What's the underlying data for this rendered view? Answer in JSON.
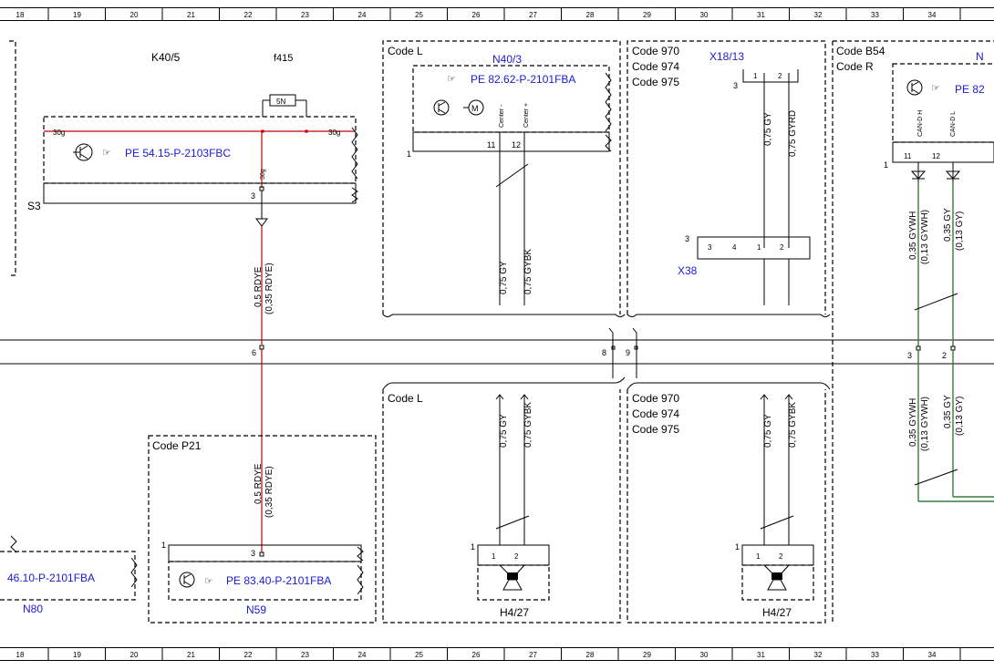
{
  "ruler": {
    "numbers": [
      "18",
      "19",
      "20",
      "21",
      "22",
      "23",
      "24",
      "25",
      "26",
      "27",
      "28",
      "29",
      "30",
      "31",
      "32",
      "33",
      "34"
    ]
  },
  "components": {
    "k40_5": "K40/5",
    "f415": "f415",
    "fuse_5n": "5N",
    "pin_30g_left": "30g",
    "pin_30g_right": "30g",
    "pin_30g_vert": "30g",
    "pe_k40": "PE 54.15-P-2103FBC",
    "s3": "S3",
    "n40_3": "N40/3",
    "pe_n40": "PE 82.62-P-2101FBA",
    "center_minus": "Center -",
    "center_plus": "Center +",
    "x18_13": "X18/13",
    "x38": "X38",
    "code_b54": "Code B54",
    "code_r": "Code R",
    "pe_right": "PE 82",
    "n_right": "N",
    "can_h": "CAN-D H",
    "can_l": "CAN-D L",
    "code_p21": "Code P21",
    "pe_n59": "PE 83.40-P-2101FBA",
    "n59": "N59",
    "pe_n80": "46.10-P-2101FBA",
    "n80": "N80",
    "h4_27_left": "H4/27",
    "h4_27_right": "H4/27"
  },
  "codes": {
    "code_l": "Code L",
    "code_970": "Code 970",
    "code_974": "Code 974",
    "code_975": "Code 975"
  },
  "pins": {
    "p1": "1",
    "p2": "2",
    "p3": "3",
    "p4": "4",
    "p6": "6",
    "p8": "8",
    "p9": "9",
    "p11": "11",
    "p12": "12"
  },
  "wires": {
    "rdye_05": "0,5 RDYE",
    "rdye_035": "(0,35 RDYE)",
    "gy_075": "0,75 GY",
    "gybk_075": "0,75 GYBK",
    "gyrd_075": "0,75 GYRD",
    "gywh_035": "0,35 GYWH",
    "gywh_013": "(0,13 GYWH)",
    "gy_035": "0,35 GY",
    "gy_013": "(0,13 GY)"
  },
  "colors": {
    "label_blue": "#1a1ad6",
    "wire_red": "#c00000",
    "wire_green": "#3a7a3a"
  }
}
